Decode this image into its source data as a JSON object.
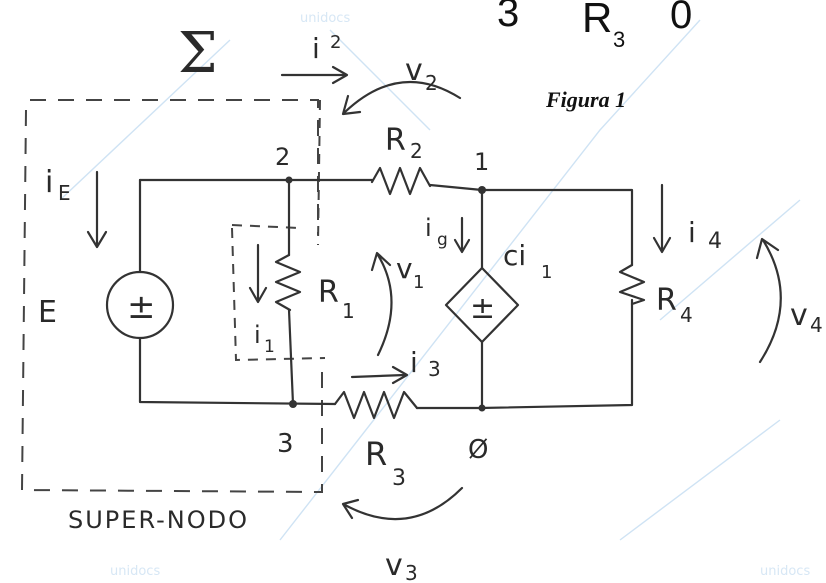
{
  "header": {
    "cut_left": "3",
    "cut_mid": "R",
    "cut_mid_sub": "3",
    "cut_right": "0",
    "figure_label": "Figura 1"
  },
  "symbols": {
    "sum": "Σ"
  },
  "nodes": {
    "n1": "1",
    "n2": "2",
    "n3": "3",
    "n0": "Ø"
  },
  "components": {
    "R1": {
      "main": "R",
      "sub": "1"
    },
    "R2": {
      "main": "R",
      "sub": "2"
    },
    "R3": {
      "main": "R",
      "sub": "3"
    },
    "R4": {
      "main": "R",
      "sub": "4"
    },
    "E": "E",
    "E_symbol": "±",
    "dep_symbol": "±",
    "dep_gain": {
      "main": "ci",
      "sub": "1"
    }
  },
  "currents": {
    "iE": {
      "main": "i",
      "sub": "E"
    },
    "i1": {
      "main": "i",
      "sub": "1"
    },
    "i2": {
      "main": "i",
      "sub": "2"
    },
    "i3": {
      "main": "i",
      "sub": "3"
    },
    "i4": {
      "main": "i",
      "sub": "4"
    },
    "ig": {
      "main": "i",
      "sub": "g"
    }
  },
  "voltages": {
    "v1": {
      "main": "v",
      "sub": "1"
    },
    "v2": {
      "main": "v",
      "sub": "2"
    },
    "v3": {
      "main": "v",
      "sub": "3"
    },
    "v4": {
      "main": "v",
      "sub": "4"
    }
  },
  "supernode_label": "SUPER-NODO",
  "watermark": "unidocs"
}
